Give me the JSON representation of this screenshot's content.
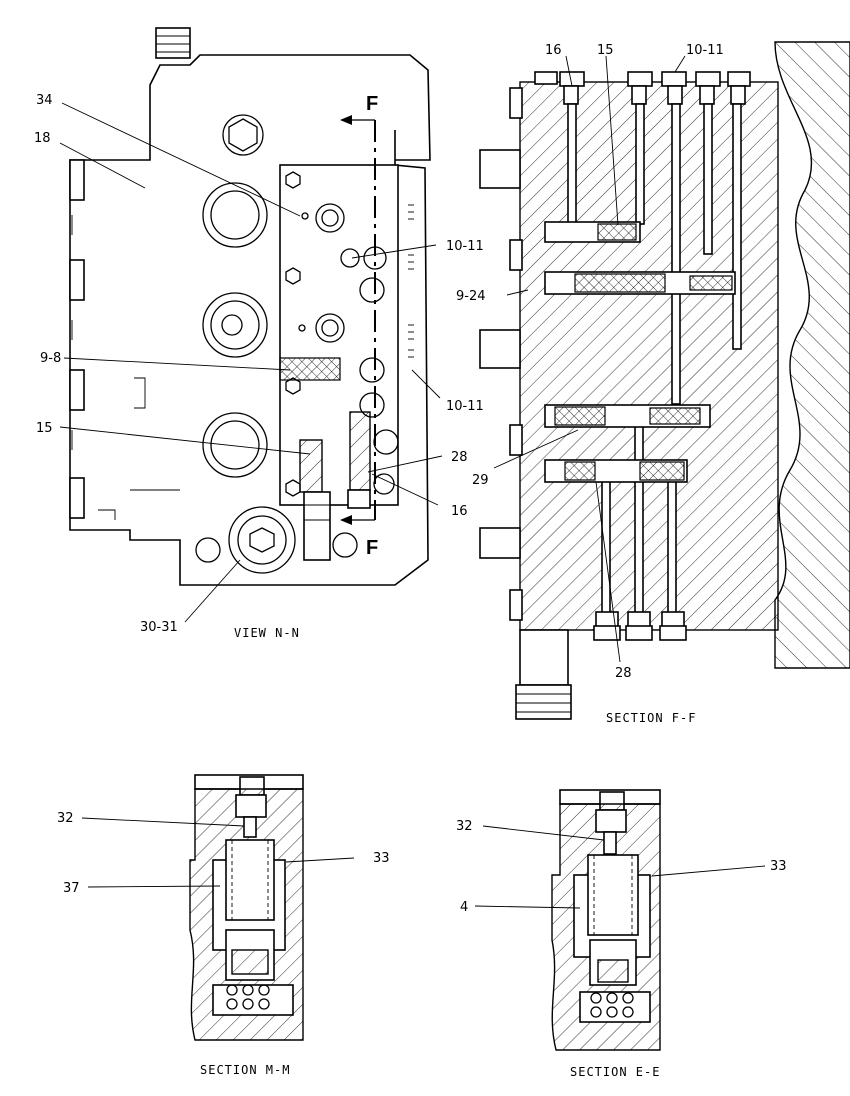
{
  "views": {
    "view_nn": {
      "caption": "VIEW N-N"
    },
    "section_ff": {
      "caption": "SECTION F-F"
    },
    "section_mm": {
      "caption": "SECTION M-M"
    },
    "section_ee": {
      "caption": "SECTION E-E"
    }
  },
  "section_marks": {
    "top": "F",
    "bottom": "F"
  },
  "callouts": {
    "nn_34": "34",
    "nn_18": "18",
    "nn_10_11_a": "10-11",
    "nn_9_8": "9-8",
    "nn_10_11_b": "10-11",
    "nn_15": "15",
    "nn_28": "28",
    "nn_16": "16",
    "nn_30_31": "30-31",
    "ff_16": "16",
    "ff_15": "15",
    "ff_10_11": "10-11",
    "ff_9_24": "9-24",
    "ff_29": "29",
    "ff_28": "28",
    "mm_32": "32",
    "mm_33": "33",
    "mm_37": "37",
    "ee_32": "32",
    "ee_33": "33",
    "ee_4": "4"
  }
}
